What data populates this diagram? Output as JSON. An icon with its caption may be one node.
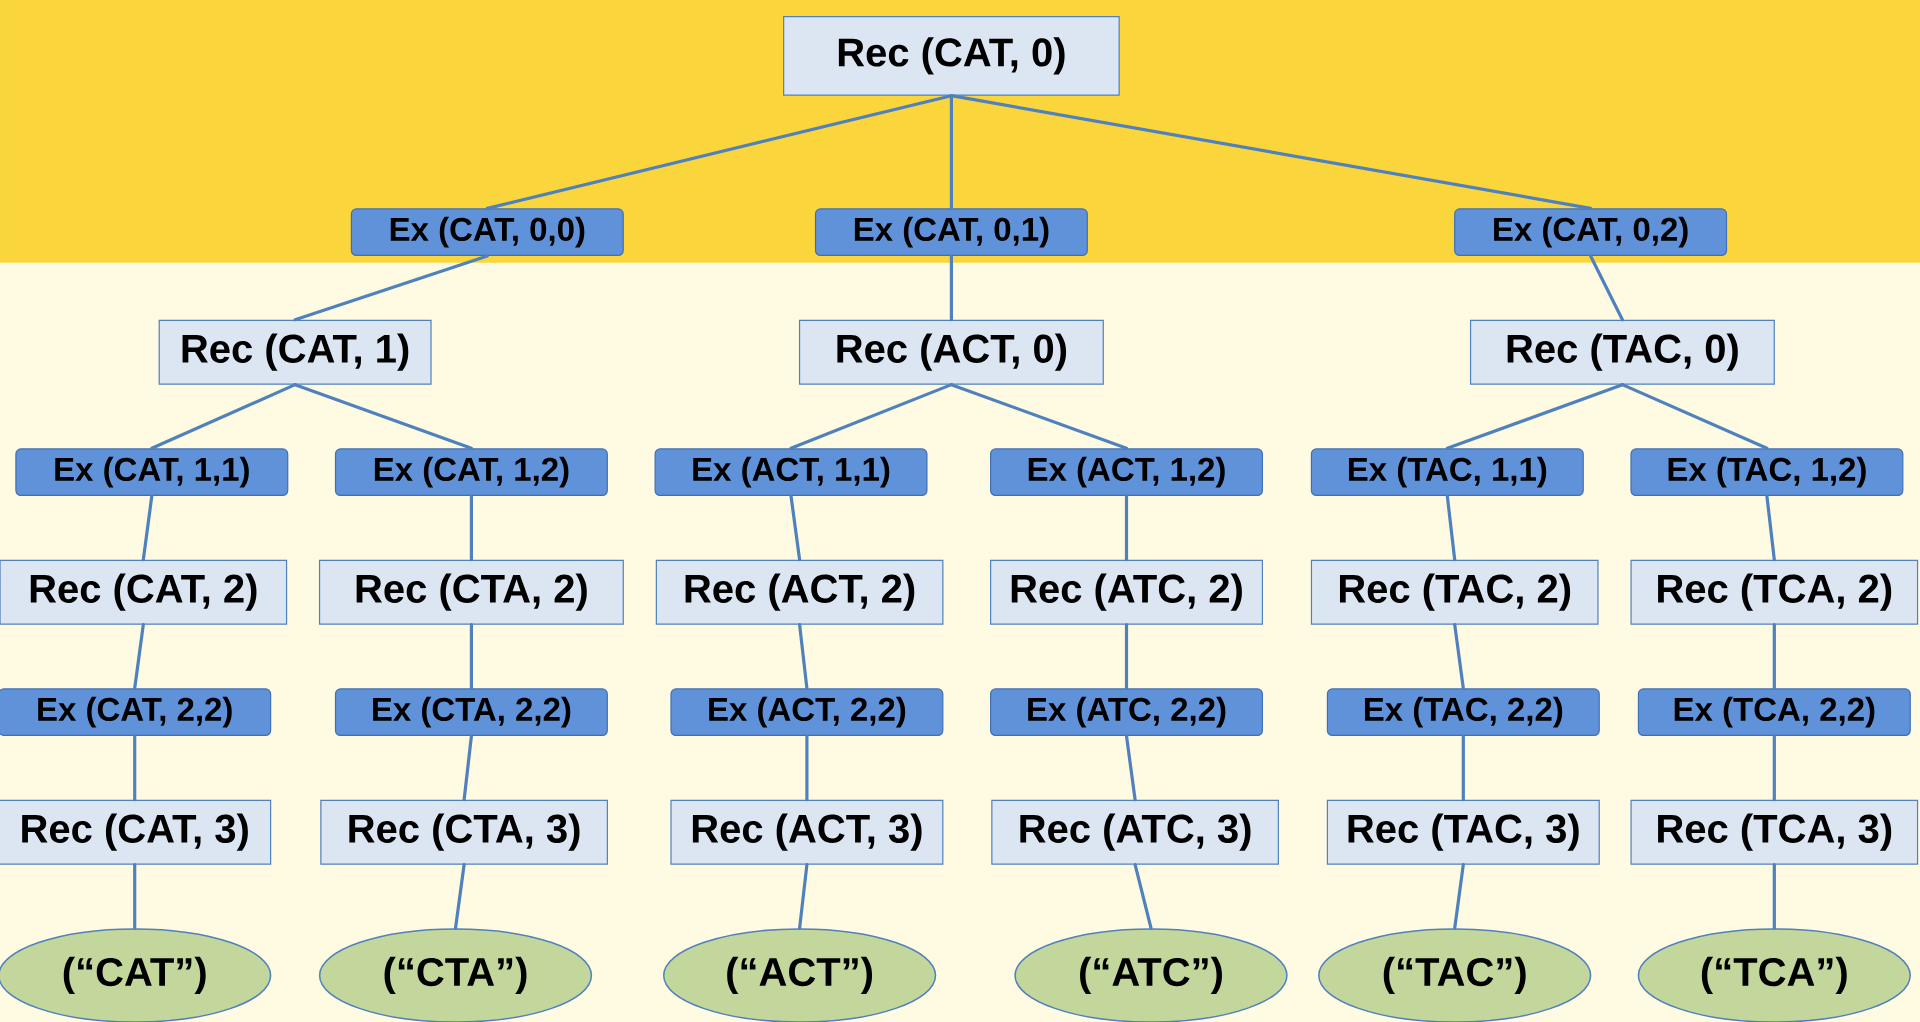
{
  "diagram": {
    "nodes": [
      {
        "text": [
          "Rec (CAT, 0)"
        ]
      },
      {
        "text": [
          "Ex (CAT, 0,0)"
        ]
      },
      {
        "text": [
          "Ex (CAT, 0,1)"
        ]
      },
      {
        "text": [
          "Ex (CAT, 0,2)"
        ]
      },
      {
        "text": [
          "Rec (CAT, 1)"
        ]
      },
      {
        "text": [
          "Rec (ACT, 0)"
        ]
      },
      {
        "text": [
          "Rec (TAC, 0)"
        ]
      },
      {
        "text": [
          "Ex (CAT, 1,1)"
        ]
      },
      {
        "text": [
          "Ex (CAT, 1,2)"
        ]
      },
      {
        "text": [
          "Ex (ACT, 1,1)"
        ]
      },
      {
        "text": [
          "Ex (ACT, 1,2)"
        ]
      },
      {
        "text": [
          "Ex (TAC, 1,1)"
        ]
      },
      {
        "text": [
          "Ex (TAC, 1,2)"
        ]
      },
      {
        "text": [
          "Rec (CAT, 2)"
        ]
      },
      {
        "text": [
          "Rec (CTA, 2)"
        ]
      },
      {
        "text": [
          "Rec (ACT, 2)"
        ]
      },
      {
        "text": [
          "Rec (ATC, 2)"
        ]
      },
      {
        "text": [
          "Rec (TAC, 2)"
        ]
      },
      {
        "text": [
          "Rec (TCA, 2)"
        ]
      },
      {
        "text": [
          "Ex (CAT, 2,2)"
        ]
      },
      {
        "text": [
          "Ex (CTA, 2,2)"
        ]
      },
      {
        "text": [
          "Ex (ACT, 2,2)"
        ]
      },
      {
        "text": [
          "Ex (ATC, 2,2)"
        ]
      },
      {
        "text": [
          "Ex (TAC, 2,2)"
        ]
      },
      {
        "text": [
          "Ex (TCA, 2,2)"
        ]
      },
      {
        "text": [
          "Rec (CAT, 3)"
        ]
      },
      {
        "text": [
          "Rec (CTA, 3)"
        ]
      },
      {
        "text": [
          "Rec (ACT, 3)"
        ]
      },
      {
        "text": [
          "Rec (ATC, 3)"
        ]
      },
      {
        "text": [
          "Rec (TAC, 3)"
        ]
      },
      {
        "text": [
          "Rec (TCA, 3)"
        ]
      },
      {
        "text": [
          "(“CAT”)"
        ]
      },
      {
        "text": [
          "(“CTA”)"
        ]
      },
      {
        "text": [
          "(“ACT”)"
        ]
      },
      {
        "text": [
          "(“ATC”)"
        ]
      },
      {
        "text": [
          "(“TAC”)"
        ]
      },
      {
        "text": [
          "(“TCA”)"
        ]
      }
    ],
    "edges": [
      {
        "from": 0,
        "to": 1,
        "arrow": "none"
      },
      {
        "from": 0,
        "to": 2,
        "arrow": "none"
      },
      {
        "from": 0,
        "to": 3,
        "arrow": "none"
      },
      {
        "from": 1,
        "to": 4,
        "arrow": "none"
      },
      {
        "from": 2,
        "to": 5,
        "arrow": "none"
      },
      {
        "from": 3,
        "to": 6,
        "arrow": "none"
      },
      {
        "from": 4,
        "to": 7,
        "arrow": "none"
      },
      {
        "from": 4,
        "to": 8,
        "arrow": "none"
      },
      {
        "from": 5,
        "to": 9,
        "arrow": "none"
      },
      {
        "from": 5,
        "to": 10,
        "arrow": "none"
      },
      {
        "from": 6,
        "to": 11,
        "arrow": "none"
      },
      {
        "from": 6,
        "to": 12,
        "arrow": "none"
      },
      {
        "from": 7,
        "to": 13,
        "arrow": "none"
      },
      {
        "from": 8,
        "to": 14,
        "arrow": "none"
      },
      {
        "from": 9,
        "to": 15,
        "arrow": "none"
      },
      {
        "from": 10,
        "to": 16,
        "arrow": "none"
      },
      {
        "from": 11,
        "to": 17,
        "arrow": "none"
      },
      {
        "from": 12,
        "to": 18,
        "arrow": "none"
      },
      {
        "from": 13,
        "to": 19,
        "arrow": "none"
      },
      {
        "from": 14,
        "to": 20,
        "arrow": "none"
      },
      {
        "from": 15,
        "to": 21,
        "arrow": "none"
      },
      {
        "from": 16,
        "to": 22,
        "arrow": "none"
      },
      {
        "from": 17,
        "to": 23,
        "arrow": "none"
      },
      {
        "from": 18,
        "to": 24,
        "arrow": "none"
      },
      {
        "from": 19,
        "to": 25,
        "arrow": "none"
      },
      {
        "from": 20,
        "to": 26,
        "arrow": "none"
      },
      {
        "from": 21,
        "to": 27,
        "arrow": "none"
      },
      {
        "from": 22,
        "to": 28,
        "arrow": "none"
      },
      {
        "from": 23,
        "to": 29,
        "arrow": "none"
      },
      {
        "from": 24,
        "to": 30,
        "arrow": "none"
      },
      {
        "from": 25,
        "to": 31,
        "arrow": "none"
      },
      {
        "from": 26,
        "to": 32,
        "arrow": "none"
      },
      {
        "from": 27,
        "to": 33,
        "arrow": "none"
      },
      {
        "from": 28,
        "to": 34,
        "arrow": "none"
      },
      {
        "from": 29,
        "to": 35,
        "arrow": "none"
      },
      {
        "from": 30,
        "to": 36,
        "arrow": "none"
      }
    ]
  }
}
